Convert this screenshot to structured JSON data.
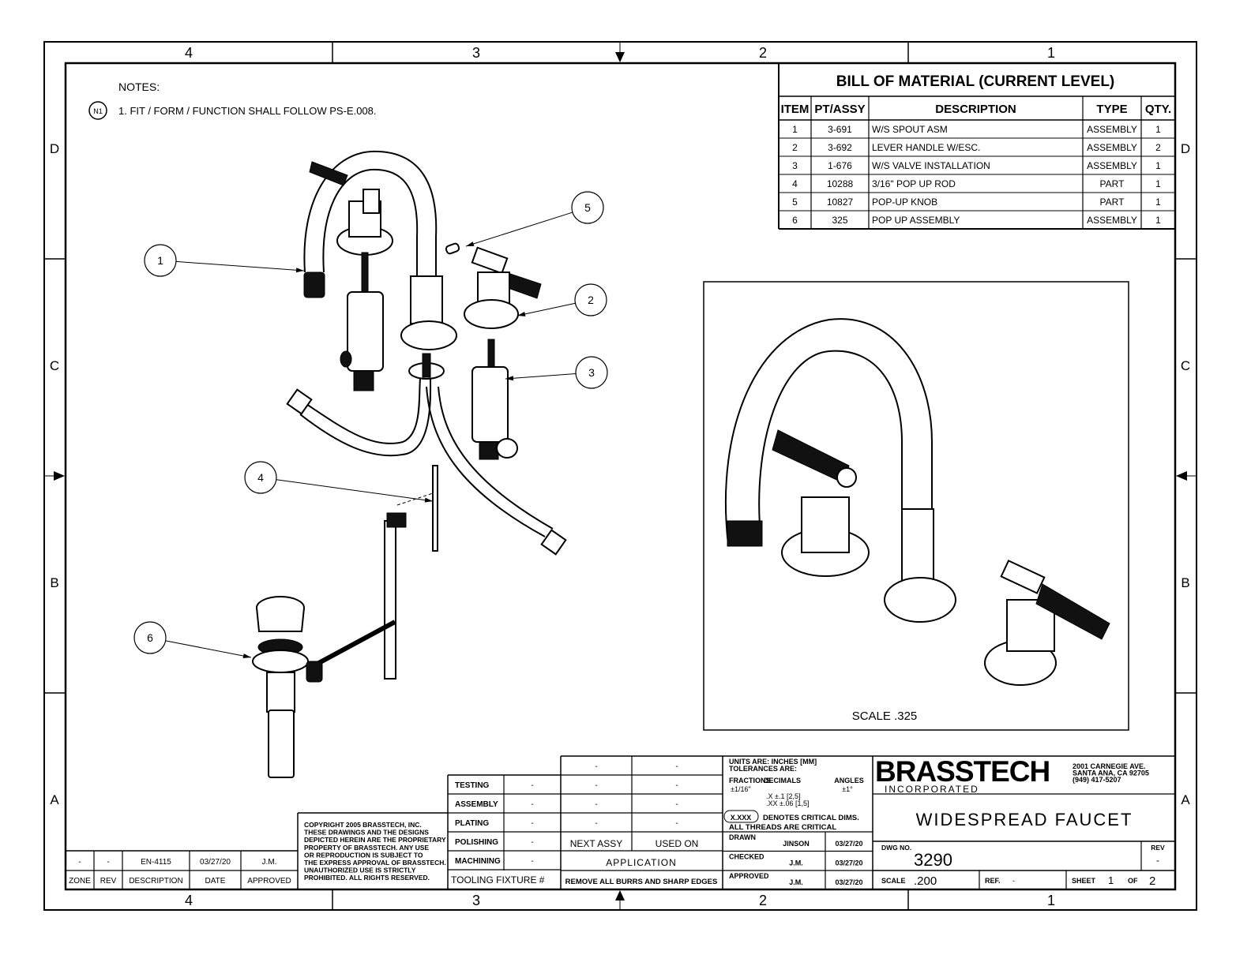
{
  "zones": {
    "columns": [
      "4",
      "3",
      "2",
      "1"
    ],
    "rows": [
      "D",
      "C",
      "B",
      "A"
    ]
  },
  "notes": {
    "heading": "NOTES:",
    "flag": "N1",
    "items": [
      "1.  FIT / FORM / FUNCTION SHALL FOLLOW PS-E.008."
    ]
  },
  "bom": {
    "title": "BILL OF MATERIAL (CURRENT LEVEL)",
    "headers": [
      "ITEM",
      "PT/ASSY",
      "DESCRIPTION",
      "TYPE",
      "QTY."
    ],
    "rows": [
      [
        "1",
        "3-691",
        "W/S SPOUT ASM",
        "ASSEMBLY",
        "1"
      ],
      [
        "2",
        "3-692",
        "LEVER HANDLE W/ESC.",
        "ASSEMBLY",
        "2"
      ],
      [
        "3",
        "1-676",
        "W/S VALVE INSTALLATION",
        "ASSEMBLY",
        "1"
      ],
      [
        "4",
        "10288",
        "3/16\" POP UP ROD",
        "PART",
        "1"
      ],
      [
        "5",
        "10827",
        "POP-UP KNOB",
        "PART",
        "1"
      ],
      [
        "6",
        "325",
        "POP UP ASSEMBLY",
        "ASSEMBLY",
        "1"
      ]
    ]
  },
  "balloons": [
    "1",
    "5",
    "2",
    "3",
    "4",
    "6"
  ],
  "iso_view": {
    "scale_label": "SCALE  .325"
  },
  "revision_block": {
    "headers": [
      "ZONE",
      "REV",
      "DESCRIPTION",
      "DATE",
      "APPROVED"
    ],
    "row": [
      "-",
      "-",
      "EN-4115",
      "03/27/20",
      "J.M."
    ]
  },
  "copyright": [
    "COPYRIGHT 2005 BRASSTECH, INC.",
    "THESE DRAWINGS AND THE DESIGNS",
    "DEPICTED HEREIN ARE THE PROPRIETARY",
    "PROPERTY OF BRASSTECH. ANY USE",
    "OR REPRODUCTION IS SUBJECT TO",
    "THE EXPRESS APPROVAL OF BRASSTECH.",
    "UNAUTHORIZED USE IS STRICTLY",
    "PROHIBITED. ALL RIGHTS RESERVED."
  ],
  "process": {
    "rows": [
      [
        "TESTING",
        "-"
      ],
      [
        "ASSEMBLY",
        "-"
      ],
      [
        "PLATING",
        "-"
      ],
      [
        "POLISHING",
        "-"
      ],
      [
        "MACHINING",
        "-"
      ]
    ],
    "tooling_label": "TOOLING FIXTURE #"
  },
  "application": {
    "rows": [
      [
        "-",
        "-"
      ],
      [
        "-",
        "-"
      ],
      [
        "-",
        "-"
      ],
      [
        "-",
        "-"
      ]
    ],
    "next_assy": "NEXT ASSY",
    "used_on": "USED ON",
    "label": "APPLICATION",
    "note": "REMOVE ALL BURRS AND SHARP EDGES"
  },
  "tolerances": {
    "units": "UNITS ARE: INCHES  [MM]",
    "tol_label": "TOLERANCES ARE:",
    "fractions": "FRACTIONS",
    "decimals": "DECIMALS",
    "angles": "ANGLES",
    "fraction_val": "±1/16\"",
    "angle_val": "±1°",
    "dec1": ".X  ±.1   [2,5]",
    "dec2": ".XX ±.06  [1,5]",
    "critical_sym": "X.XXX",
    "critical_text": "DENOTES CRITICAL DIMS.",
    "threads": "ALL THREADS ARE CRITICAL"
  },
  "signoff": [
    {
      "label": "DRAWN",
      "name": "JINSON",
      "date": "03/27/20"
    },
    {
      "label": "CHECKED",
      "name": "J.M.",
      "date": "03/27/20"
    },
    {
      "label": "APPROVED",
      "name": "J.M.",
      "date": "03/27/20"
    }
  ],
  "company": {
    "name": "BRASSTECH",
    "sub": "INCORPORATED",
    "address": [
      "2001 CARNEGIE AVE.",
      "SANTA ANA, CA 92705",
      "(949) 417-5207"
    ]
  },
  "title_block": {
    "title": "WIDESPREAD FAUCET",
    "dwg_no_label": "DWG NO.",
    "dwg_no": "3290",
    "rev_label": "REV",
    "rev": "-",
    "scale_label": "SCALE",
    "scale": ".200",
    "ref_label": "REF.",
    "ref": "-",
    "sheet_label": "SHEET",
    "sheet": "1",
    "of_label": "OF",
    "sheets": "2"
  }
}
